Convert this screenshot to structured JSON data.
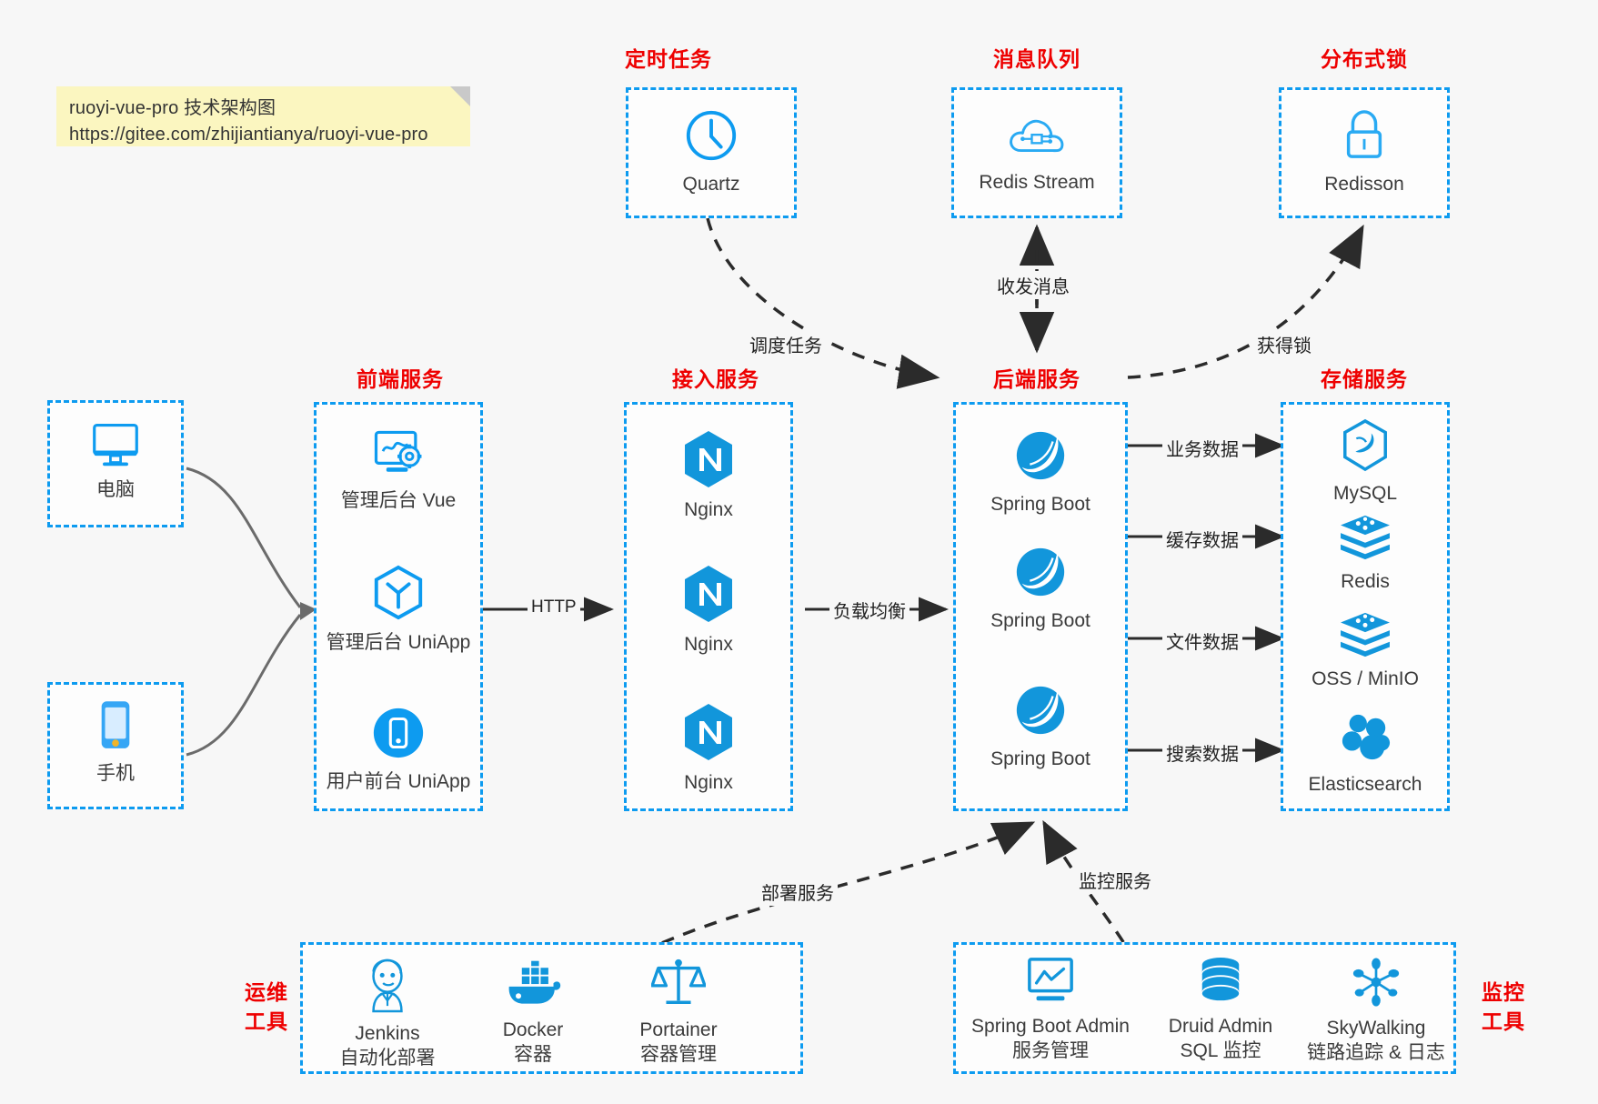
{
  "note": {
    "line1": "ruoyi-vue-pro 技术架构图",
    "line2": "https://gitee.com/zhijiantianya/ruoyi-vue-pro"
  },
  "groups": {
    "scheduler": {
      "title": "定时任务"
    },
    "mq": {
      "title": "消息队列"
    },
    "lock": {
      "title": "分布式锁"
    },
    "frontend": {
      "title": "前端服务"
    },
    "gateway": {
      "title": "接入服务"
    },
    "backend": {
      "title": "后端服务"
    },
    "storage": {
      "title": "存储服务"
    },
    "devops": {
      "title": "运维\n工具",
      "line1": "运维",
      "line2": "工具"
    },
    "monitor": {
      "title": "监控\n工具",
      "line1": "监控",
      "line2": "工具"
    }
  },
  "nodes": {
    "quartz": {
      "label": "Quartz",
      "icon": "clock-icon"
    },
    "redis_stream": {
      "label": "Redis Stream",
      "icon": "cloud-network-icon"
    },
    "redisson": {
      "label": "Redisson",
      "icon": "lock-icon"
    },
    "computer": {
      "label": "电脑",
      "icon": "monitor-icon"
    },
    "phone": {
      "label": "手机",
      "icon": "smartphone-icon"
    },
    "admin_vue": {
      "label": "管理后台 Vue",
      "icon": "dashboard-gear-icon"
    },
    "admin_uniapp": {
      "label": "管理后台 UniApp",
      "icon": "hexagon-cube-icon"
    },
    "user_uniapp": {
      "label": "用户前台 UniApp",
      "icon": "mobile-circle-icon"
    },
    "nginx1": {
      "label": "Nginx",
      "icon": "nginx-icon"
    },
    "nginx2": {
      "label": "Nginx",
      "icon": "nginx-icon"
    },
    "nginx3": {
      "label": "Nginx",
      "icon": "nginx-icon"
    },
    "springboot1": {
      "label": "Spring Boot",
      "icon": "spring-leaf-icon"
    },
    "springboot2": {
      "label": "Spring Boot",
      "icon": "spring-leaf-icon"
    },
    "springboot3": {
      "label": "Spring Boot",
      "icon": "spring-leaf-icon"
    },
    "mysql": {
      "label": "MySQL",
      "icon": "mysql-dolphin-icon"
    },
    "redis": {
      "label": "Redis",
      "icon": "redis-stack-icon"
    },
    "oss": {
      "label": "OSS / MinIO",
      "icon": "storage-stack-icon"
    },
    "elasticsearch": {
      "label": "Elasticsearch",
      "icon": "elasticsearch-cluster-icon"
    },
    "jenkins": {
      "label": "Jenkins",
      "sub": "自动化部署",
      "icon": "jenkins-butler-icon"
    },
    "docker": {
      "label": "Docker",
      "sub": "容器",
      "icon": "docker-whale-icon"
    },
    "portainer": {
      "label": "Portainer",
      "sub": "容器管理",
      "icon": "scales-icon"
    },
    "sba": {
      "label": "Spring Boot Admin",
      "sub": "服务管理",
      "icon": "monitor-chart-icon"
    },
    "druid": {
      "label": "Druid Admin",
      "sub": "SQL 监控",
      "icon": "database-icon"
    },
    "skywalking": {
      "label": "SkyWalking",
      "sub": "链路追踪 & 日志",
      "icon": "network-graph-icon"
    }
  },
  "edges": {
    "http": "HTTP",
    "load_balance": "负载均衡",
    "schedule_task": "调度任务",
    "send_receive_message": "收发消息",
    "acquire_lock": "获得锁",
    "business_data": "业务数据",
    "cache_data": "缓存数据",
    "file_data": "文件数据",
    "search_data": "搜索数据",
    "deploy_service": "部署服务",
    "monitor_service": "监控服务"
  },
  "colors": {
    "accent_blue": "#0d9bf0",
    "title_red": "#ee0000",
    "note_yellow": "#fbf6c0",
    "background": "#f7f7f7",
    "arrow_black": "#2b2b2b"
  }
}
